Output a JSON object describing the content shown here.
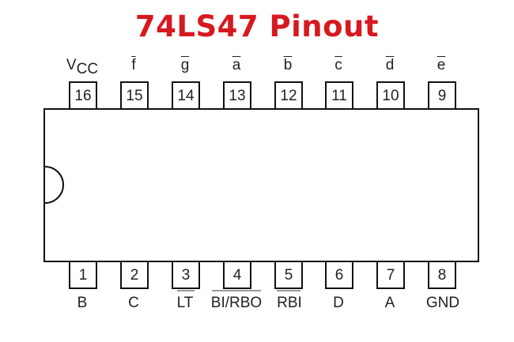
{
  "title": "74LS47 Pinout",
  "top_pins": [
    {
      "num": "16",
      "label": "V",
      "label_sub": "CC",
      "overline": false
    },
    {
      "num": "15",
      "label": "f",
      "overline": true
    },
    {
      "num": "14",
      "label": "g",
      "overline": true
    },
    {
      "num": "13",
      "label": "a",
      "overline": true
    },
    {
      "num": "12",
      "label": "b",
      "overline": true
    },
    {
      "num": "11",
      "label": "c",
      "overline": true
    },
    {
      "num": "10",
      "label": "d",
      "overline": true
    },
    {
      "num": "9",
      "label": "e",
      "overline": true
    }
  ],
  "bottom_pins": [
    {
      "num": "1",
      "label": "B"
    },
    {
      "num": "2",
      "label": "C"
    },
    {
      "num": "3",
      "label": "LT"
    },
    {
      "num": "4",
      "label": "BI/RBO"
    },
    {
      "num": "5",
      "label": "RBI"
    },
    {
      "num": "6",
      "label": "D"
    },
    {
      "num": "7",
      "label": "A"
    },
    {
      "num": "8",
      "label": "GND"
    }
  ]
}
